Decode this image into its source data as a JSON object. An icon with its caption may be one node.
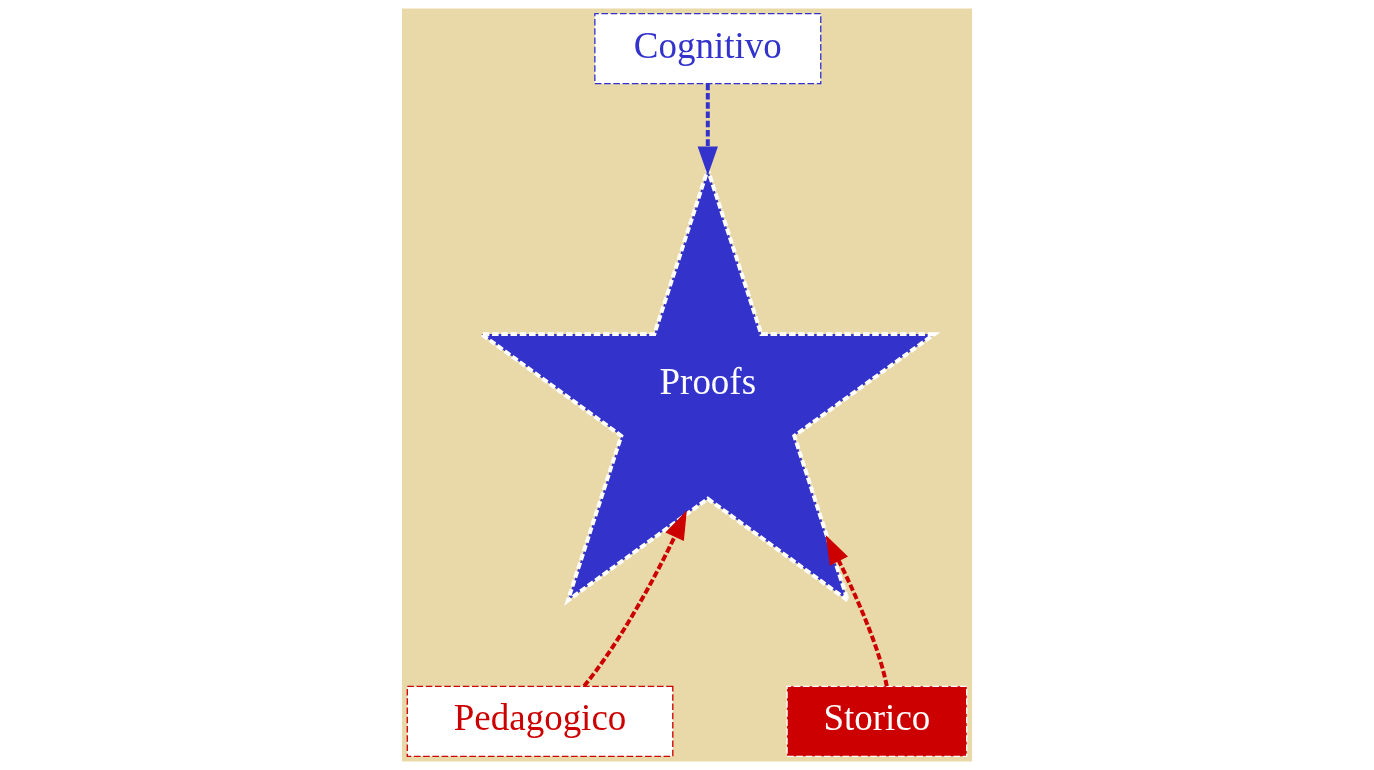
{
  "diagram": {
    "nodes": [
      {
        "text": [
          "Cognitivo"
        ]
      },
      {
        "text": [
          "Proofs"
        ]
      },
      {
        "text": [
          "Pedagogico"
        ]
      },
      {
        "text": [
          "Storico"
        ]
      }
    ],
    "edges": [
      {
        "from": 0,
        "to": 1,
        "arrow": "to",
        "style": "dashed",
        "color": "#3333cc"
      },
      {
        "from": 2,
        "to": 1,
        "arrow": "to",
        "style": "dashed"
      },
      {
        "from": 3,
        "to": 1,
        "arrow": "to",
        "style": "dashed"
      }
    ]
  }
}
